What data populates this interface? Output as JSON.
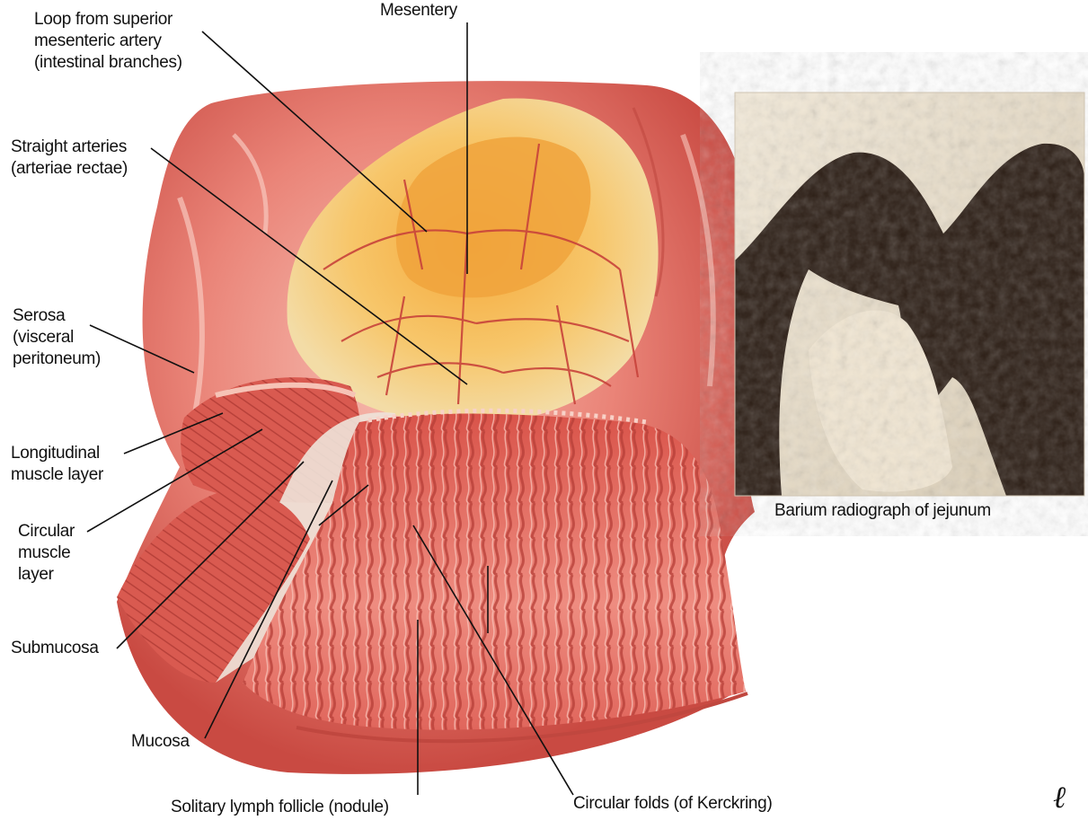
{
  "labels": {
    "loop_artery": [
      "Loop from superior",
      "mesenteric artery",
      "(intestinal branches)"
    ],
    "mesentery": [
      "Mesentery"
    ],
    "straight_arteries": [
      "Straight arteries",
      "(arteriae rectae)"
    ],
    "serosa": [
      "Serosa",
      "(visceral",
      "peritoneum)"
    ],
    "longitudinal": [
      "Longitudinal",
      "muscle layer"
    ],
    "circular": [
      "Circular",
      "muscle",
      "layer"
    ],
    "submucosa": [
      "Submucosa"
    ],
    "mucosa": [
      "Mucosa"
    ],
    "solitary": [
      "Solitary lymph follicle (nodule)"
    ],
    "circular_folds": [
      "Circular folds (of Kerckring)"
    ]
  },
  "radiograph_caption": "Barium radiograph of jejunum",
  "signature": "ℓ",
  "colors": {
    "tissue": "#e8776d",
    "tissue_dark": "#c94a42",
    "tissue_light": "#f6b4a8",
    "mesentery": "#f0a33c",
    "mesentery_light": "#f7cf7c",
    "radiograph_dark": "#2b1d14",
    "radiograph_light": "#f3ead9",
    "leader": "#111111"
  }
}
